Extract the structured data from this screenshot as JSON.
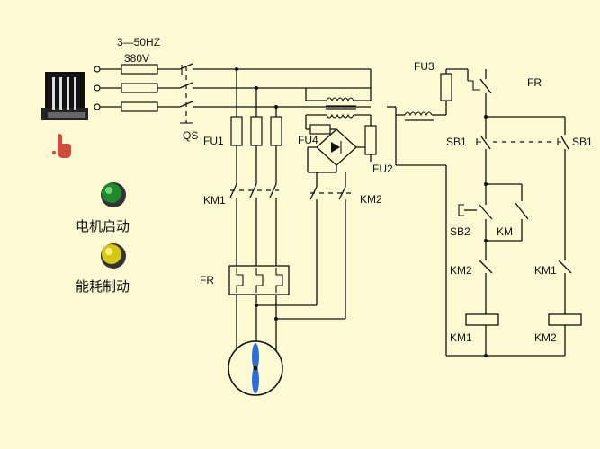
{
  "colors": {
    "background": "#fdf9d2",
    "wire": "#111111",
    "start_lamp": "#1e8a2a",
    "brake_lamp": "#d8c810",
    "motor_fan": "#2a6fe0",
    "hand": "#d24b3c"
  },
  "icons": {
    "power_source": "power-source-icon",
    "hand": "hand-pointer-icon",
    "start_lamp": "green-lamp-icon",
    "brake_lamp": "yellow-lamp-icon",
    "motor": "motor-icon"
  },
  "supply": {
    "freq_label": "3—50HZ",
    "voltage_label": "380V"
  },
  "indicators": {
    "start_label": "电机启动",
    "brake_label": "能耗制动"
  },
  "labels": {
    "qs": "QS",
    "fu1": "FU1",
    "fu2": "FU2",
    "fu3": "FU3",
    "fu4": "FU4",
    "km1_main": "KM1",
    "km2_main": "KM2",
    "fr_main": "FR",
    "fr_ctrl": "FR",
    "sb1_left": "SB1",
    "sb1_right": "SB1",
    "sb2": "SB2",
    "km_hold": "KM",
    "km2_ctrl": "KM2",
    "km1_ctrl": "KM1",
    "km1_coil": "KM1",
    "km2_coil": "KM2"
  }
}
